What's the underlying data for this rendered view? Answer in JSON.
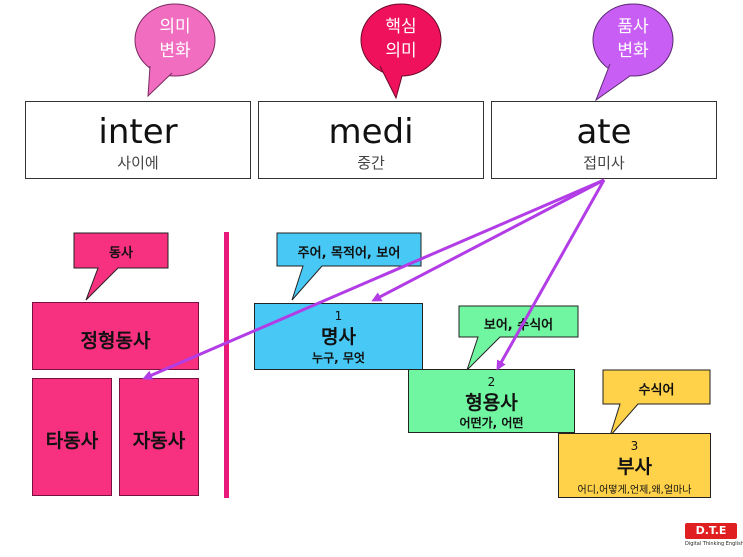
{
  "bubbles": [
    {
      "line1": "의미",
      "line2": "변화",
      "color": "#f06dc0"
    },
    {
      "line1": "핵심",
      "line2": "의미",
      "color": "#f0115c"
    },
    {
      "line1": "품사",
      "line2": "변화",
      "color": "#c95ef5"
    }
  ],
  "words": [
    {
      "main": "inter",
      "sub": "사이에"
    },
    {
      "main": "medi",
      "sub": "중간"
    },
    {
      "main": "ate",
      "sub": "접미사"
    }
  ],
  "verbs": {
    "callout": "동사",
    "transitive_verb": "정형동사",
    "transitive": "타동사",
    "intransitive": "자동사",
    "color": "#f7307f"
  },
  "pos": {
    "noun": {
      "num": "1",
      "label": "명사",
      "sub": "누구, 무엇",
      "callout": "주어, 목적어, 보어",
      "color": "#47c8f5"
    },
    "adj": {
      "num": "2",
      "label": "형용사",
      "sub": "어떤가, 어떤",
      "callout": "보어, 수식어",
      "color": "#70f5a0"
    },
    "adv": {
      "num": "3",
      "label": "부사",
      "sub": "어디,어떻게,언제,왜,얼마나",
      "callout": "수식어",
      "color": "#ffd24a"
    }
  },
  "arrow_color": "#b23ce6",
  "divider_color": "#e8197a",
  "logo": {
    "mark": "D.T.E",
    "caption": "Digital Thinking English"
  }
}
